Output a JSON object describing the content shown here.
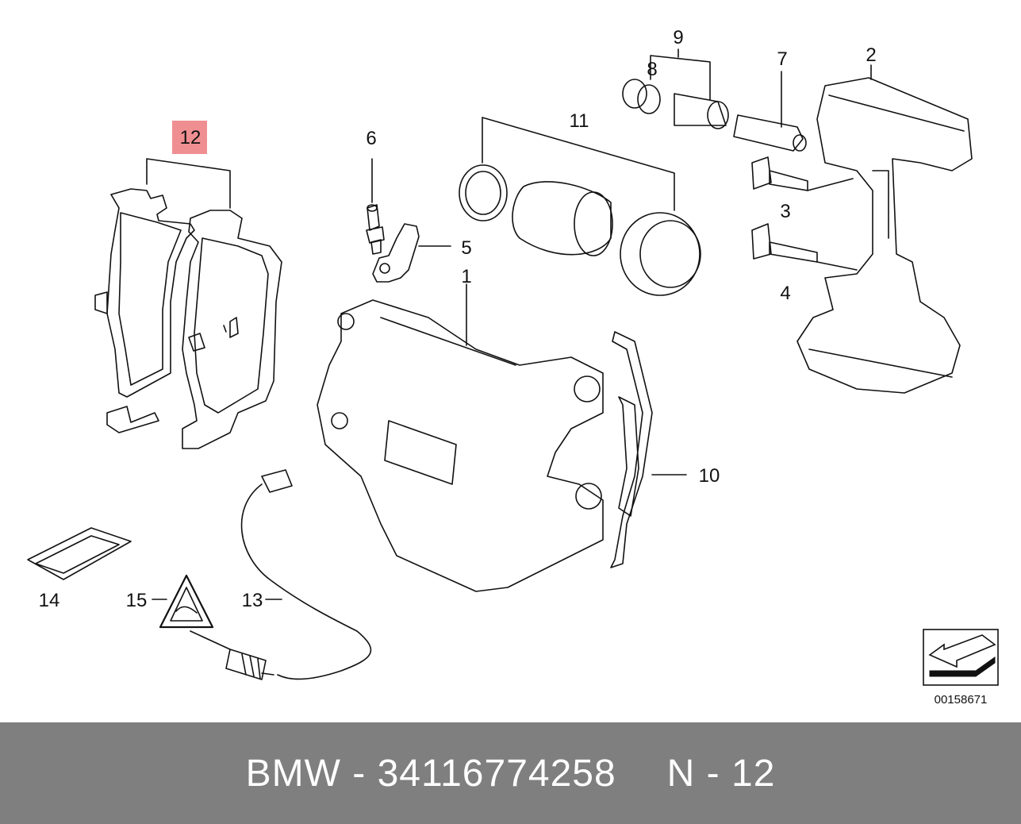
{
  "diagram": {
    "callouts": {
      "c1": "1",
      "c2": "2",
      "c3": "3",
      "c4": "4",
      "c5": "5",
      "c6": "6",
      "c7": "7",
      "c8": "8",
      "c9": "9",
      "c10": "10",
      "c11": "11",
      "c12": "12",
      "c13": "13",
      "c14": "14",
      "c15": "15"
    },
    "highlighted_callout": "12",
    "highlight_color": "#f08f92",
    "reference_number": "00158671"
  },
  "footer": {
    "brand": "BMW",
    "separator": " - ",
    "part_number": "34116774258",
    "position": "N - 12",
    "background": "#7f7f7f"
  }
}
